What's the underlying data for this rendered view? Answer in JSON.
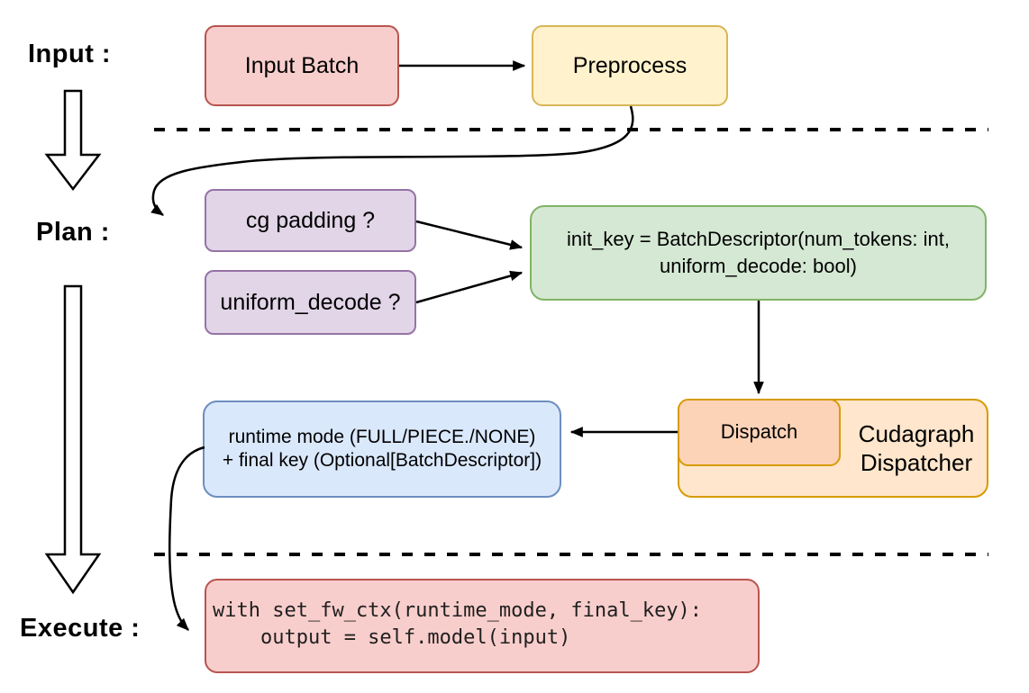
{
  "title": "Cudagraph dispatch flow diagram",
  "canvas": {
    "background": "#ffffff",
    "connector_color": "#000000"
  },
  "stages": {
    "input_label": "Input :",
    "plan_label": "Plan :",
    "execute_label": "Execute :"
  },
  "nodes": {
    "input_batch": {
      "label": "Input Batch",
      "fill": "#f8cecc",
      "stroke": "#b85450"
    },
    "preprocess": {
      "label": "Preprocess",
      "fill": "#fff2cc",
      "stroke": "#d6b656"
    },
    "cg_padding": {
      "label": "cg padding ?",
      "fill": "#e1d5e7",
      "stroke": "#9673a6"
    },
    "uniform_decode": {
      "label": "uniform_decode ?",
      "fill": "#e1d5e7",
      "stroke": "#9673a6"
    },
    "init_key": {
      "line1": "init_key = BatchDescriptor(num_tokens: int,",
      "line2": "uniform_decode: bool)",
      "fill": "#d5e8d4",
      "stroke": "#82b366"
    },
    "runtime_mode": {
      "line1": "runtime mode (FULL/PIECE./NONE)",
      "line2": "+ final key (Optional[BatchDescriptor])",
      "fill": "#dae8fc",
      "stroke": "#6c8ebf"
    },
    "dispatch": {
      "label": "Dispatch",
      "fill": "#fdd3b8",
      "stroke": "#d79b00"
    },
    "cudagraph_dispatcher": {
      "line1": "Cudagraph",
      "line2": "Dispatcher",
      "fill": "#ffe6cc",
      "stroke": "#d79b00"
    },
    "execute_code": {
      "line1": "with set_fw_ctx(runtime_mode, final_key):",
      "line2": "    output = self.model(input)",
      "fill": "#f8cecc",
      "stroke": "#b85450"
    }
  }
}
